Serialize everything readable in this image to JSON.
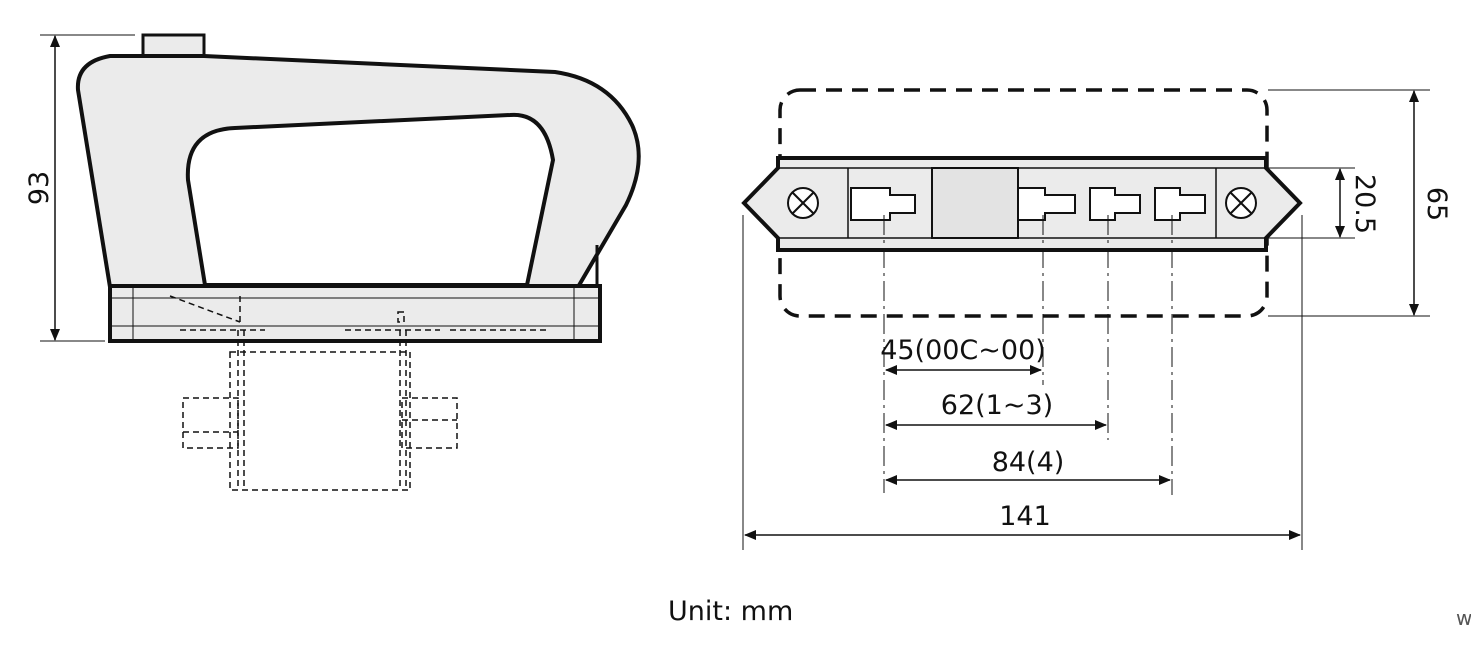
{
  "side_view": {
    "height_label": "93"
  },
  "top_view": {
    "height_label": "65",
    "inner_height_label": "20.5",
    "dims": [
      {
        "label": "45(00C~00)"
      },
      {
        "label": "62(1~3)"
      },
      {
        "label": "84(4)"
      },
      {
        "label": "141"
      }
    ]
  },
  "footer": {
    "unit_label": "Unit: mm",
    "watermark": "w"
  }
}
